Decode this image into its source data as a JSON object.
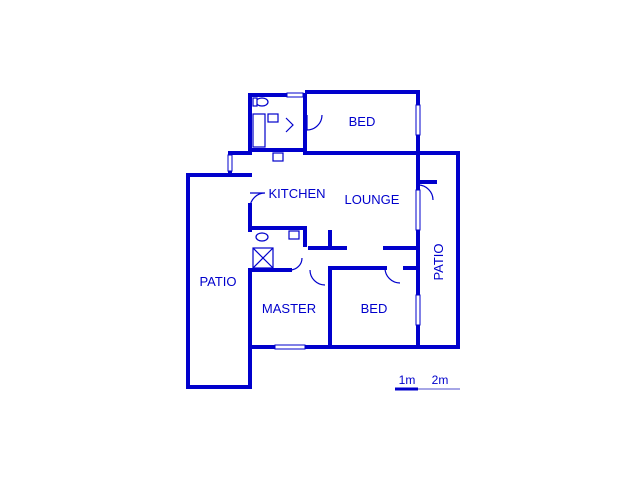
{
  "rooms": {
    "bed_top": "BED",
    "kitchen": "KITCHEN",
    "lounge": "LOUNGE",
    "patio_left": "PATIO",
    "patio_right": "PATIO",
    "master": "MASTER",
    "bed_bottom": "BED"
  },
  "scale_bar": {
    "label_1": "1m",
    "label_2": "2m"
  },
  "colors": {
    "wall": "#0000cc",
    "background": "#ffffff"
  }
}
